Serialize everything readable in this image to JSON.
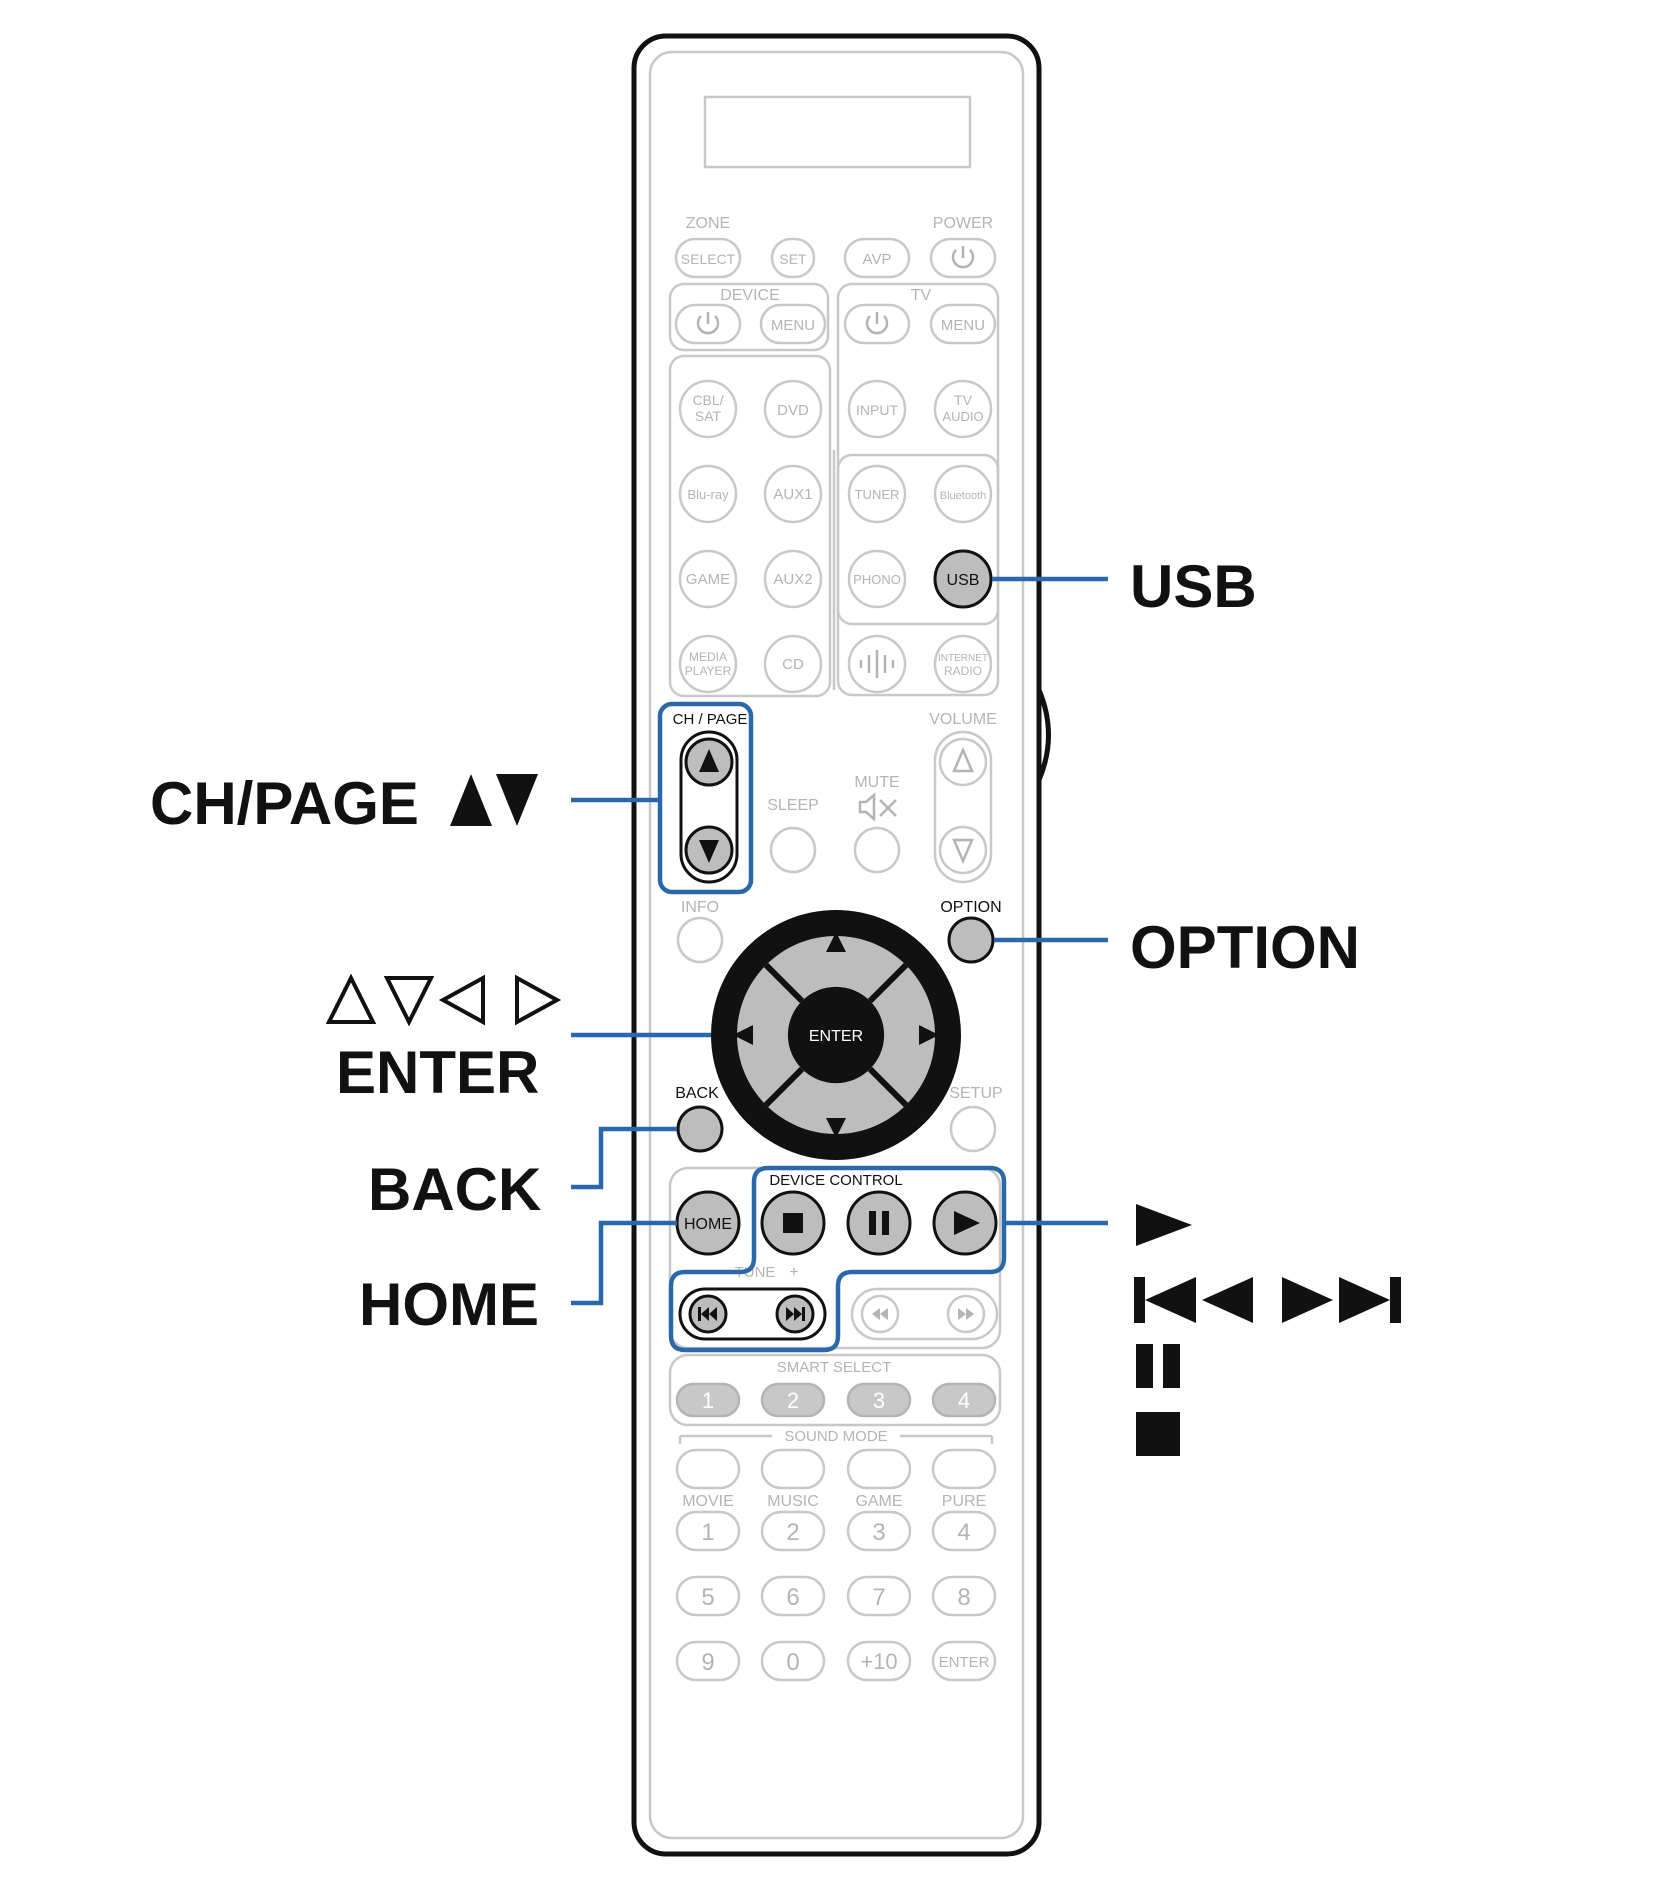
{
  "colors": {
    "callout_line": "#2a67ab",
    "ghost_gray": "#c8c8c8",
    "ghost_text": "#b4b4b4",
    "highlight_fill": "#bdbdbd",
    "outline": "#111111"
  },
  "callouts": {
    "usb": "USB",
    "ch_page": "CH/PAGE",
    "option": "OPTION",
    "enter": "ENTER",
    "back": "BACK",
    "home": "HOME"
  },
  "remote": {
    "zone": "ZONE",
    "power": "POWER",
    "select": "SELECT",
    "set": "SET",
    "avp": "AVP",
    "device": "DEVICE",
    "tv": "TV",
    "menu": "MENU",
    "cbl_sat_1": "CBL/",
    "cbl_sat_2": "SAT",
    "dvd": "DVD",
    "input": "INPUT",
    "tv_audio_1": "TV",
    "tv_audio_2": "AUDIO",
    "bluray": "Blu-ray",
    "aux1": "AUX1",
    "tuner": "TUNER",
    "bluetooth": "Bluetooth",
    "game": "GAME",
    "aux2": "AUX2",
    "phono": "PHONO",
    "usb": "USB",
    "media_player_1": "MEDIA",
    "media_player_2": "PLAYER",
    "cd": "CD",
    "internet_radio_1": "INTERNET",
    "internet_radio_2": "RADIO",
    "ch_page": "CH / PAGE",
    "volume": "VOLUME",
    "sleep": "SLEEP",
    "mute": "MUTE",
    "info": "INFO",
    "option": "OPTION",
    "enter": "ENTER",
    "back": "BACK",
    "setup": "SETUP",
    "device_control": "DEVICE CONTROL",
    "home": "HOME",
    "tune": "TUNE",
    "smart_select": "SMART SELECT",
    "smart_1": "1",
    "smart_2": "2",
    "smart_3": "3",
    "smart_4": "4",
    "sound_mode": "SOUND MODE",
    "movie": "MOVIE",
    "music": "MUSIC",
    "game_mode": "GAME",
    "pure": "PURE",
    "mode_1": "1",
    "mode_2": "2",
    "mode_3": "3",
    "mode_4": "4",
    "num_5": "5",
    "num_6": "6",
    "num_7": "7",
    "num_8": "8",
    "num_9": "9",
    "num_0": "0",
    "num_plus10": "+10",
    "num_enter": "ENTER"
  }
}
